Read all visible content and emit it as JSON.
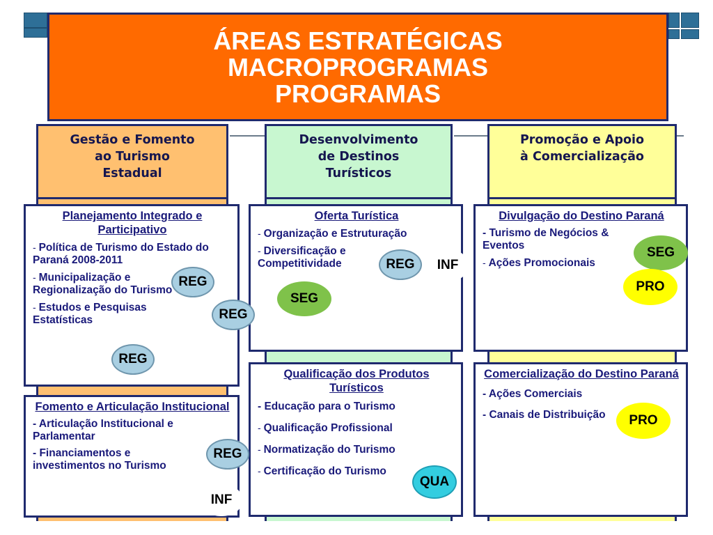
{
  "title": {
    "line1": "ÁREAS ESTRATÉGICAS",
    "line2": "MACROPROGRAMAS",
    "line3": "PROGRAMAS"
  },
  "colors": {
    "title_bg": "#ff6a00",
    "col1_bg": "#ffc070",
    "col2_bg": "#c8f7d0",
    "col3_bg": "#ffff99",
    "border": "#1f2a6e",
    "reg": "#a9cfe2",
    "seg": "#7fc24a",
    "pro": "#ffff00",
    "qua": "#33cde0"
  },
  "columns": [
    {
      "header": [
        "Gestão e Fomento",
        "ao Turismo",
        "Estadual"
      ]
    },
    {
      "header": [
        "Desenvolvimento",
        "de Destinos",
        "Turísticos"
      ]
    },
    {
      "header": [
        "Promoção e Apoio",
        "à Comercialização"
      ]
    }
  ],
  "panels": {
    "p1": {
      "title": "Planejamento Integrado e Participativo",
      "items": [
        "Política de Turismo do Estado do Paraná 2008-2011",
        "Municipalização e Regionalização do Turismo",
        "Estudos e Pesquisas Estatísticas"
      ]
    },
    "p2": {
      "title": "Fomento e Articulação Institucional",
      "items": [
        "Articulação Institucional e Parlamentar",
        "Financiamentos e investimentos no Turismo"
      ]
    },
    "p3": {
      "title": "Oferta Turística",
      "items": [
        "Organização e Estruturação",
        "Diversificação e Competitividade"
      ]
    },
    "p4": {
      "title": "Qualificação dos Produtos Turísticos",
      "items": [
        "Educação para o Turismo",
        "Qualificação Profissional",
        "Normatização do Turismo",
        "Certificação do Turismo"
      ]
    },
    "p5": {
      "title": "Divulgação do Destino Paraná",
      "items": [
        "Turismo de Negócios & Eventos",
        "Ações Promocionais"
      ]
    },
    "p6": {
      "title": "Comercialização do Destino Paraná",
      "items": [
        "Ações Comerciais",
        "Canais de Distribuição"
      ]
    }
  },
  "badges": {
    "reg": "REG",
    "seg": "SEG",
    "pro": "PRO",
    "qua": "QUA",
    "inf": "INF"
  }
}
